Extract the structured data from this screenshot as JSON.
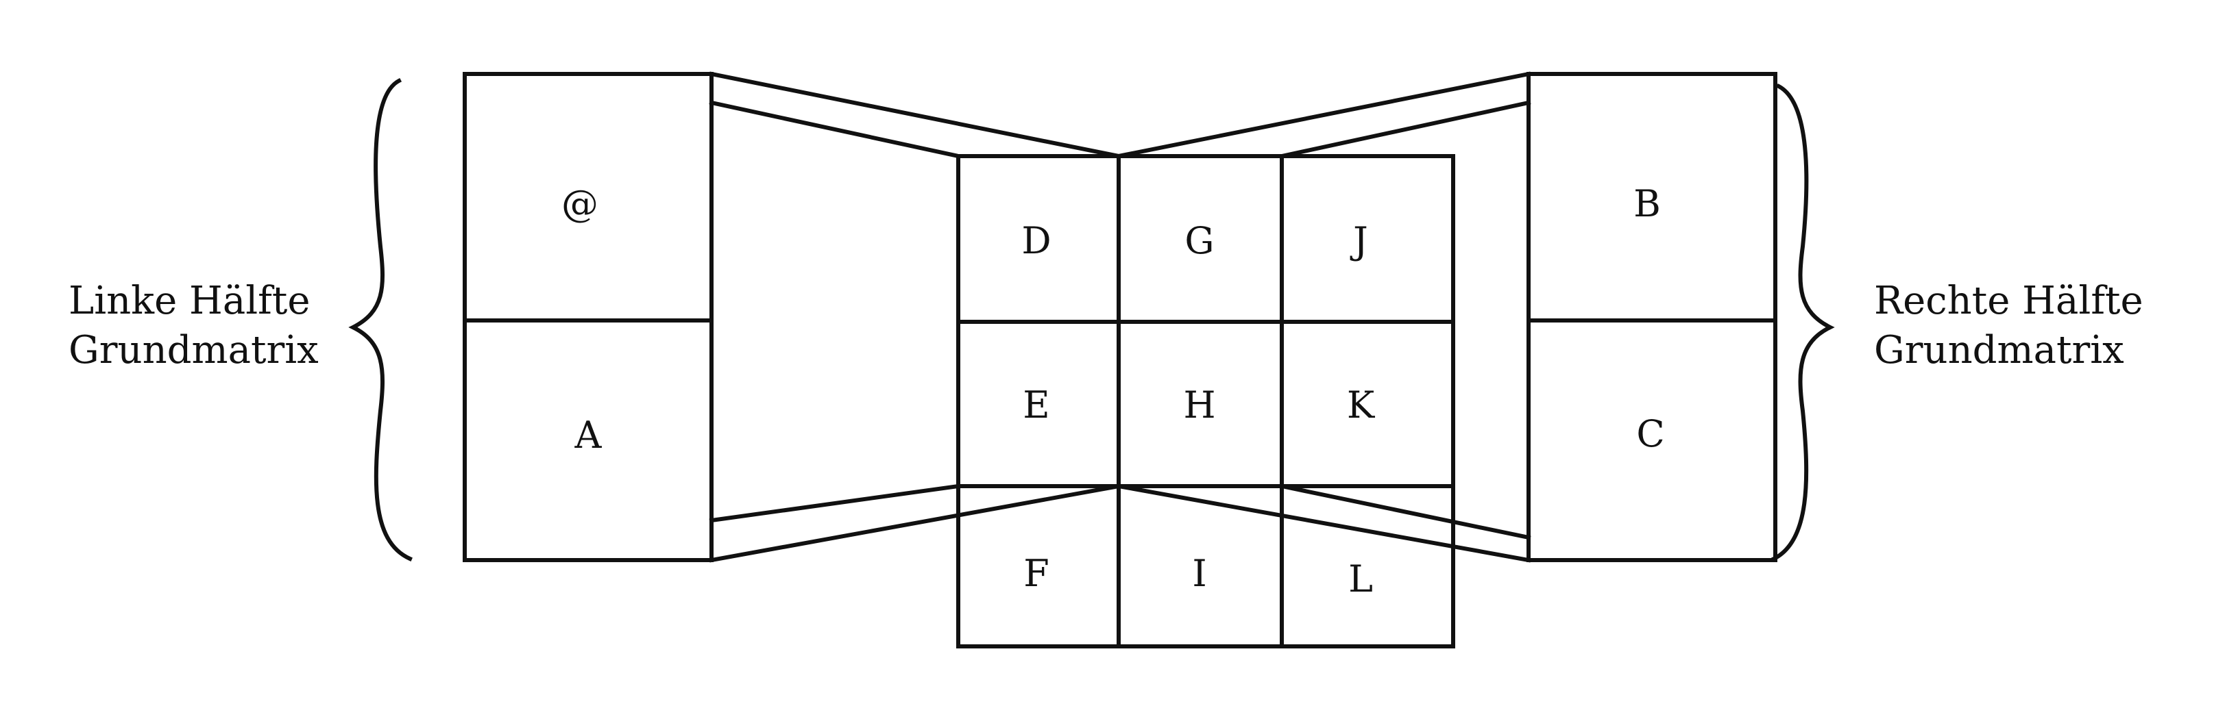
{
  "left_label": {
    "line1": "Linke Hälfte",
    "line2": "Grundmatrix"
  },
  "right_label": {
    "line1": "Rechte Hälfte",
    "line2": "Grundmatrix"
  },
  "left_block": {
    "top": "@",
    "bottom": "A"
  },
  "right_block": {
    "top": "B",
    "bottom": "C"
  },
  "center_grid": {
    "rows": [
      [
        "D",
        "G",
        "J"
      ],
      [
        "E",
        "H",
        "K"
      ],
      [
        "F",
        "I",
        "L"
      ]
    ]
  }
}
